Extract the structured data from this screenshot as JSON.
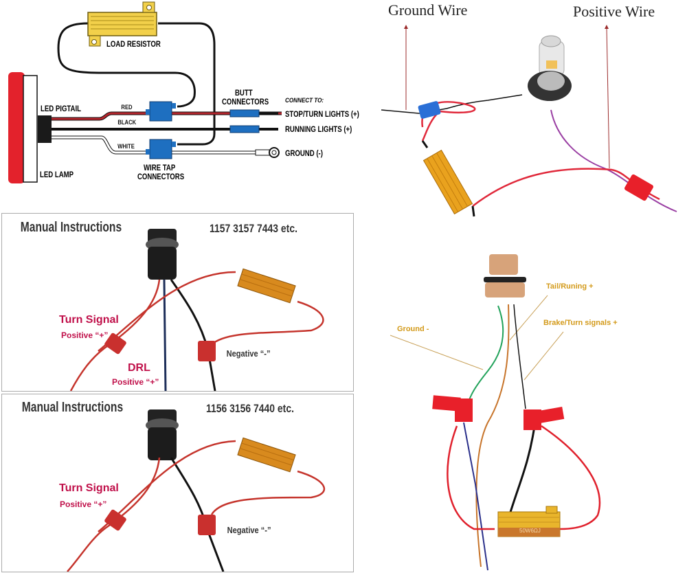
{
  "panel_diagram": {
    "load_resistor": "LOAD RESISTOR",
    "led_pigtail": "LED PIGTAIL",
    "led_lamp": "LED LAMP",
    "wire_red": "RED",
    "wire_black": "BLACK",
    "wire_white": "WHITE",
    "butt_connectors": [
      "BUTT",
      "CONNECTORS"
    ],
    "wire_tap_connectors": [
      "WIRE TAP",
      "CONNECTORS"
    ],
    "connect_to": "CONNECT TO:",
    "targets": [
      "STOP/TURN LIGHTS (+)",
      "RUNNING LIGHTS (+)",
      "GROUND (-)"
    ],
    "colors": {
      "lamp_red": "#e3222c",
      "resistor_yellow": "#f2d04a",
      "connector_blue": "#1e6fc0",
      "wire_red": "#b5252c"
    }
  },
  "panel_photo_top": {
    "ground_wire": "Ground Wire",
    "positive_wire": "Positive Wire",
    "colors": {
      "arrow": "#9b2a2a",
      "resistor": "#e9a21e",
      "blue_tap": "#2a6fd6",
      "red_tap": "#e8202a"
    }
  },
  "panel_manual_1": {
    "title": "Manual Instructions",
    "codes": "1157 3157 7443 etc.",
    "turn_signal": "Turn Signal",
    "turn_positive": "Positive “+”",
    "drl": "DRL",
    "drl_positive": "Positive “+”",
    "negative": "Negative “-”"
  },
  "panel_manual_2": {
    "title": "Manual Instructions",
    "codes": "1156 3156 7440 etc.",
    "turn_signal": "Turn Signal",
    "turn_positive": "Positive “+”",
    "negative": "Negative “-”"
  },
  "panel_photo_bottom": {
    "tail_running": "Tail/Runing +",
    "brake_turn": "Brake/Turn signals +",
    "ground": "Ground -",
    "resistor_marking": "50W6ΩJ"
  }
}
